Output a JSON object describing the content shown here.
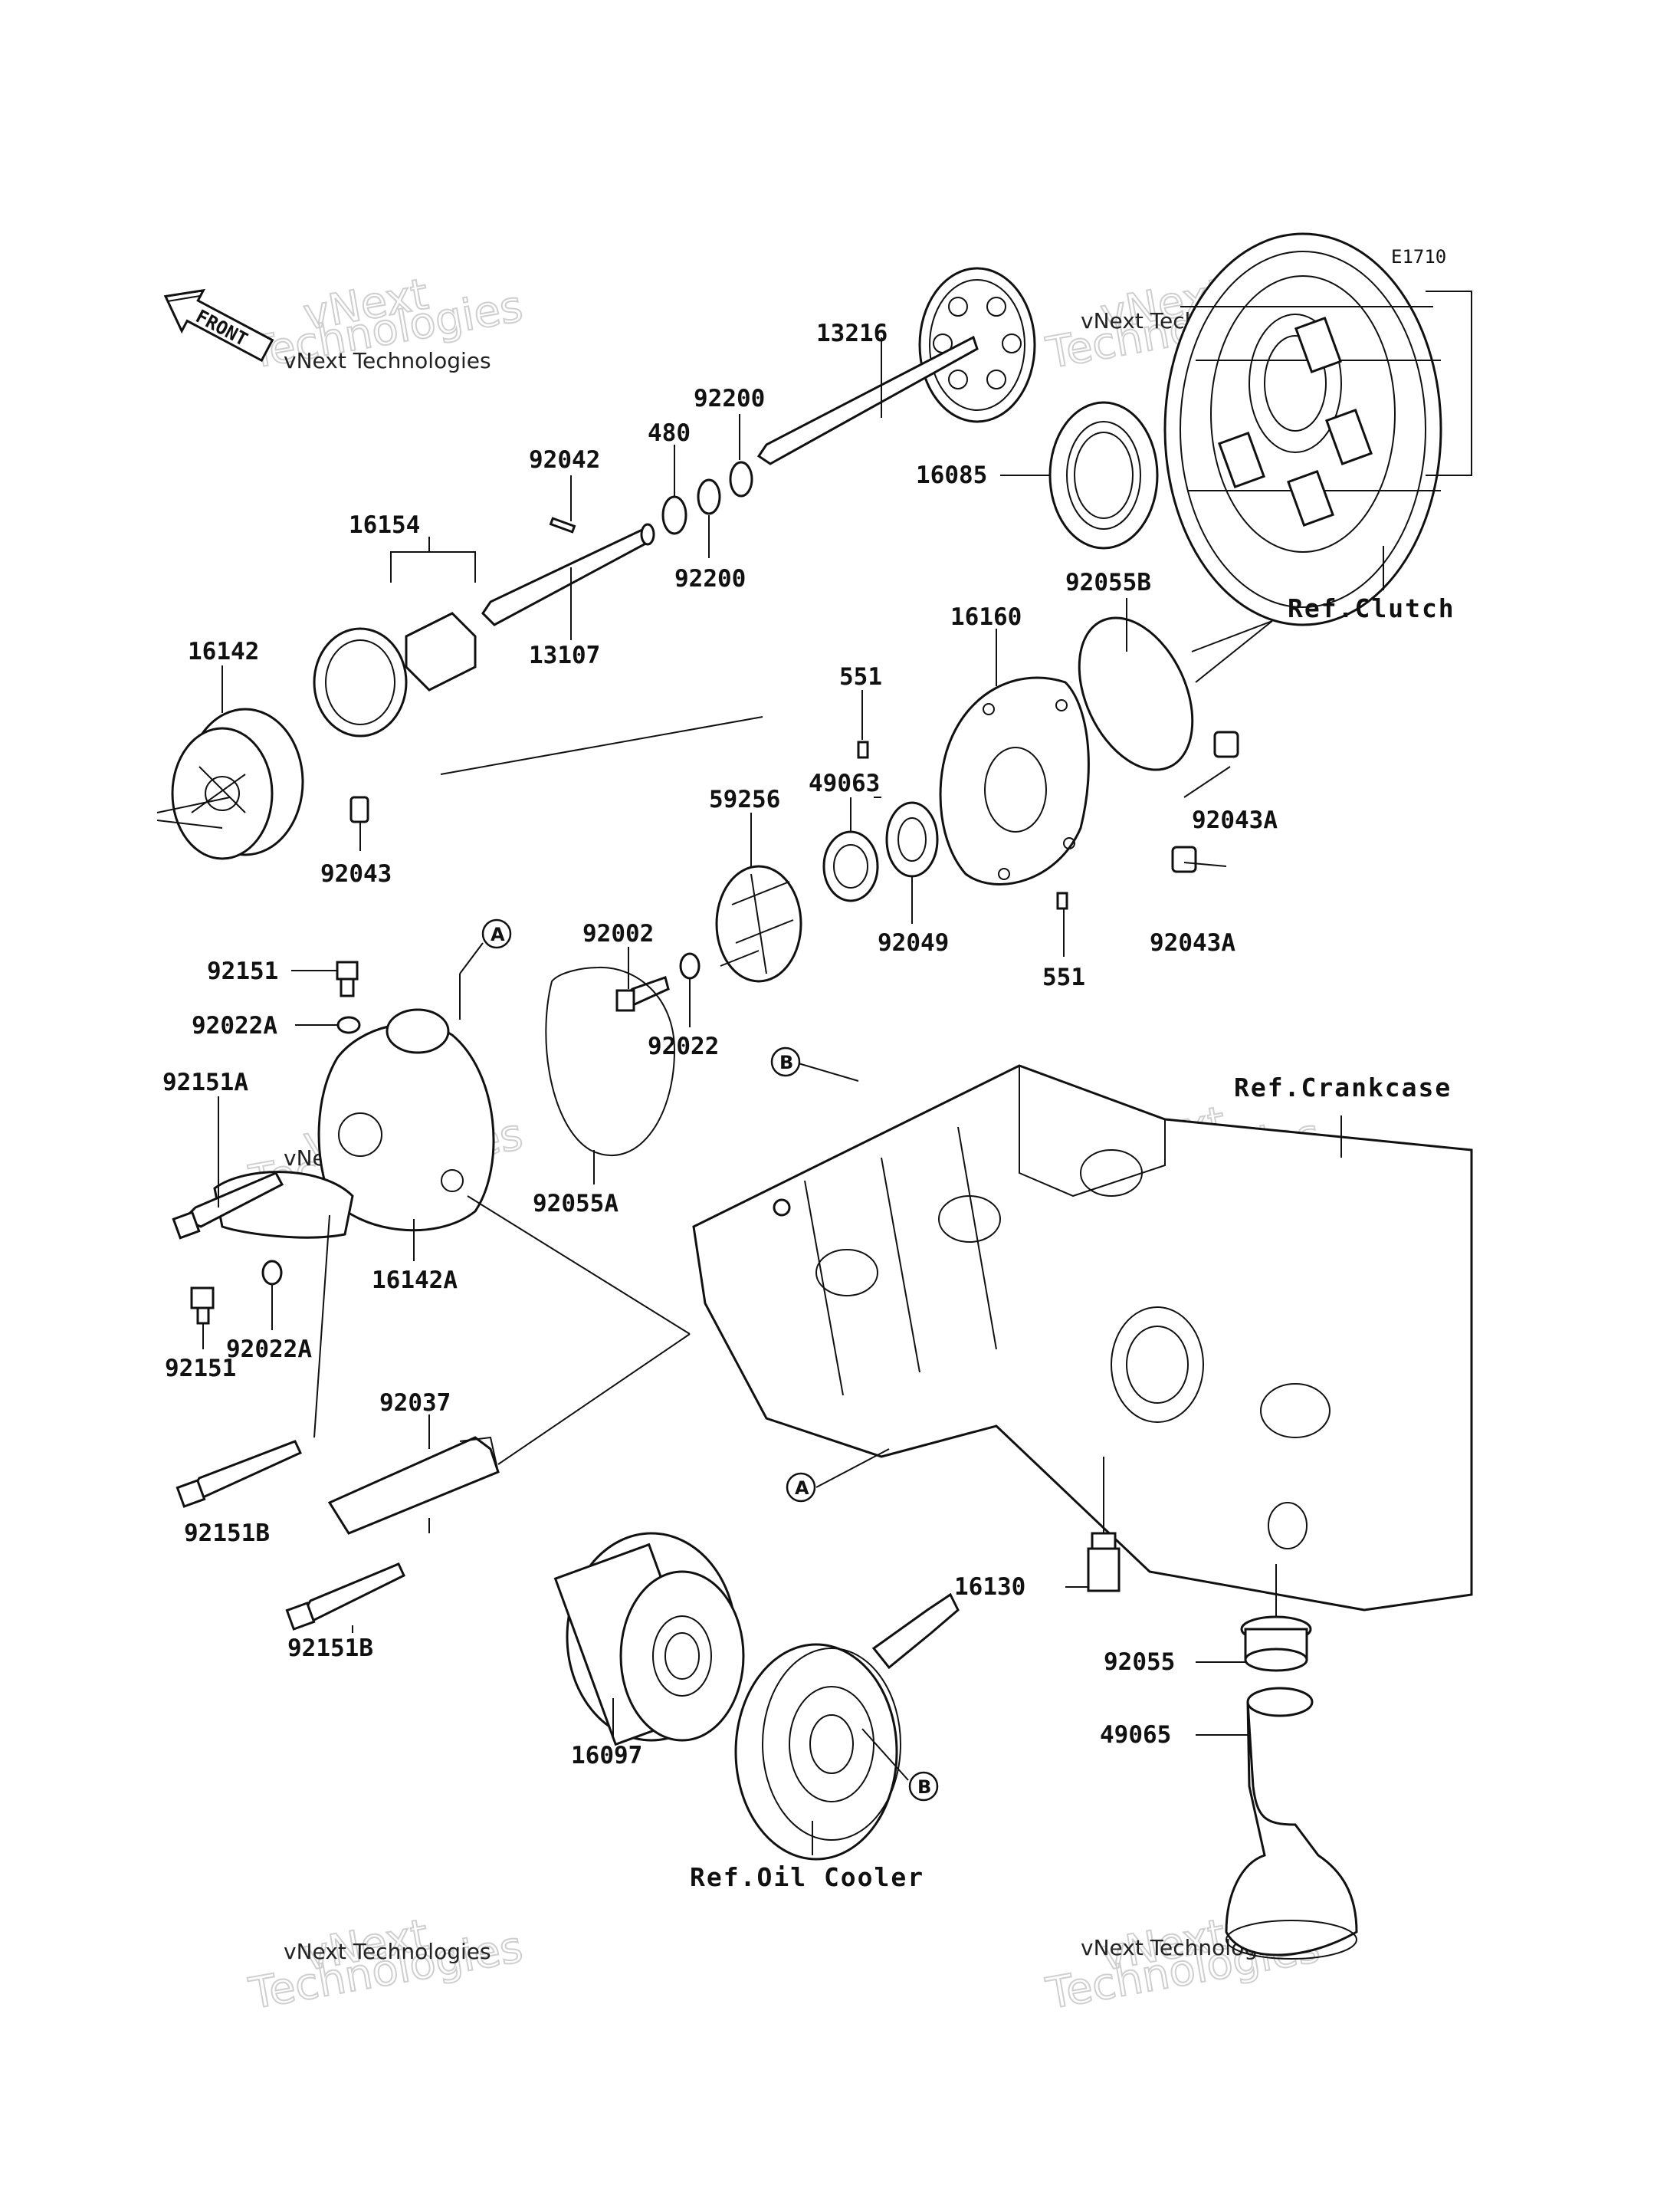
{
  "diagram_code": "E1710",
  "front_arrow_label": "FRONT",
  "watermark": {
    "line1": "vNext Technologies",
    "line2": "vNext",
    "line3": "Technologies"
  },
  "part_labels": {
    "p13216": "13216",
    "p92200a": "92200",
    "p480": "480",
    "p92200b": "92200",
    "p92042": "92042",
    "p16154": "16154",
    "p13107": "13107",
    "p16142": "16142",
    "p92043": "92043",
    "p16085": "16085",
    "p92055B": "92055B",
    "p16160": "16160",
    "p551a": "551",
    "p49063": "49063",
    "p59256": "59256",
    "p92043A_a": "92043A",
    "p92043A_b": "92043A",
    "p92049": "92049",
    "p551b": "551",
    "p92002": "92002",
    "p92022": "92022",
    "p92151a": "92151",
    "p92022A_a": "92022A",
    "p92151A": "92151A",
    "p92055A": "92055A",
    "p16142A": "16142A",
    "p92022A_b": "92022A",
    "p92151b": "92151",
    "p92037": "92037",
    "p92151B_a": "92151B",
    "p92151B_b": "92151B",
    "p16097": "16097",
    "p16130": "16130",
    "p92055": "92055",
    "p49065": "49065"
  },
  "references": {
    "clutch": "Ref.Clutch",
    "crankcase": "Ref.Crankcase",
    "oil_cooler": "Ref.Oil Cooler"
  },
  "callouts": {
    "A1": "A",
    "A2": "A",
    "B1": "B",
    "B2": "B"
  }
}
